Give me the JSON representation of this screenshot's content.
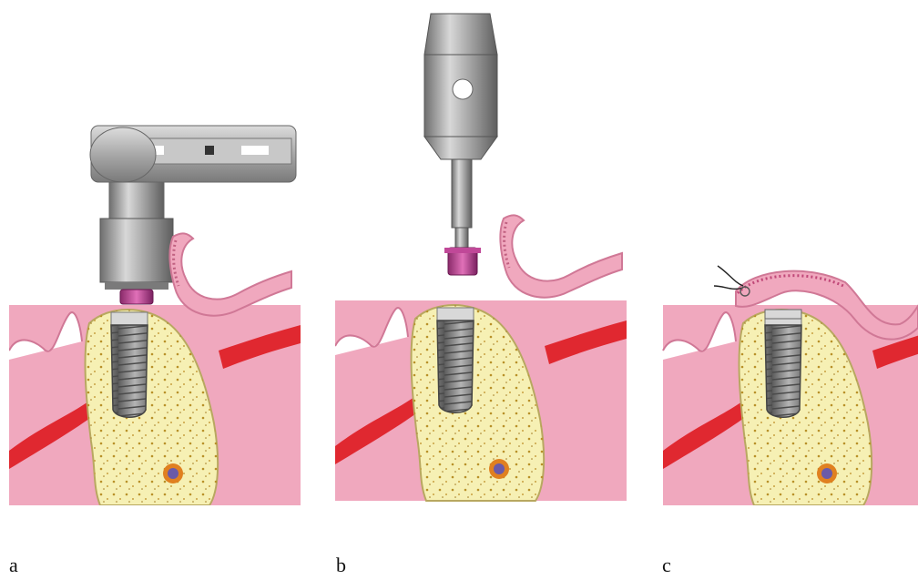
{
  "panels": [
    {
      "label": "a",
      "instrument": "contra-angle-handpiece",
      "cap": "healing-cap"
    },
    {
      "label": "b",
      "instrument": "hand-ratchet-driver",
      "cap": "healing-cap"
    },
    {
      "label": "c",
      "instrument": "none",
      "cap": "cover-screw",
      "flap": "sutured"
    }
  ],
  "colors": {
    "gingiva": "#f0a8be",
    "gingiva_edge": "#d07896",
    "bone": "#f6f0b4",
    "bone_dots": "#b89028",
    "periosteum_red": "#e02830",
    "implant": "#8a8a8a",
    "cap_magenta": "#c04898",
    "tool_metal": "#a8a8a8"
  }
}
